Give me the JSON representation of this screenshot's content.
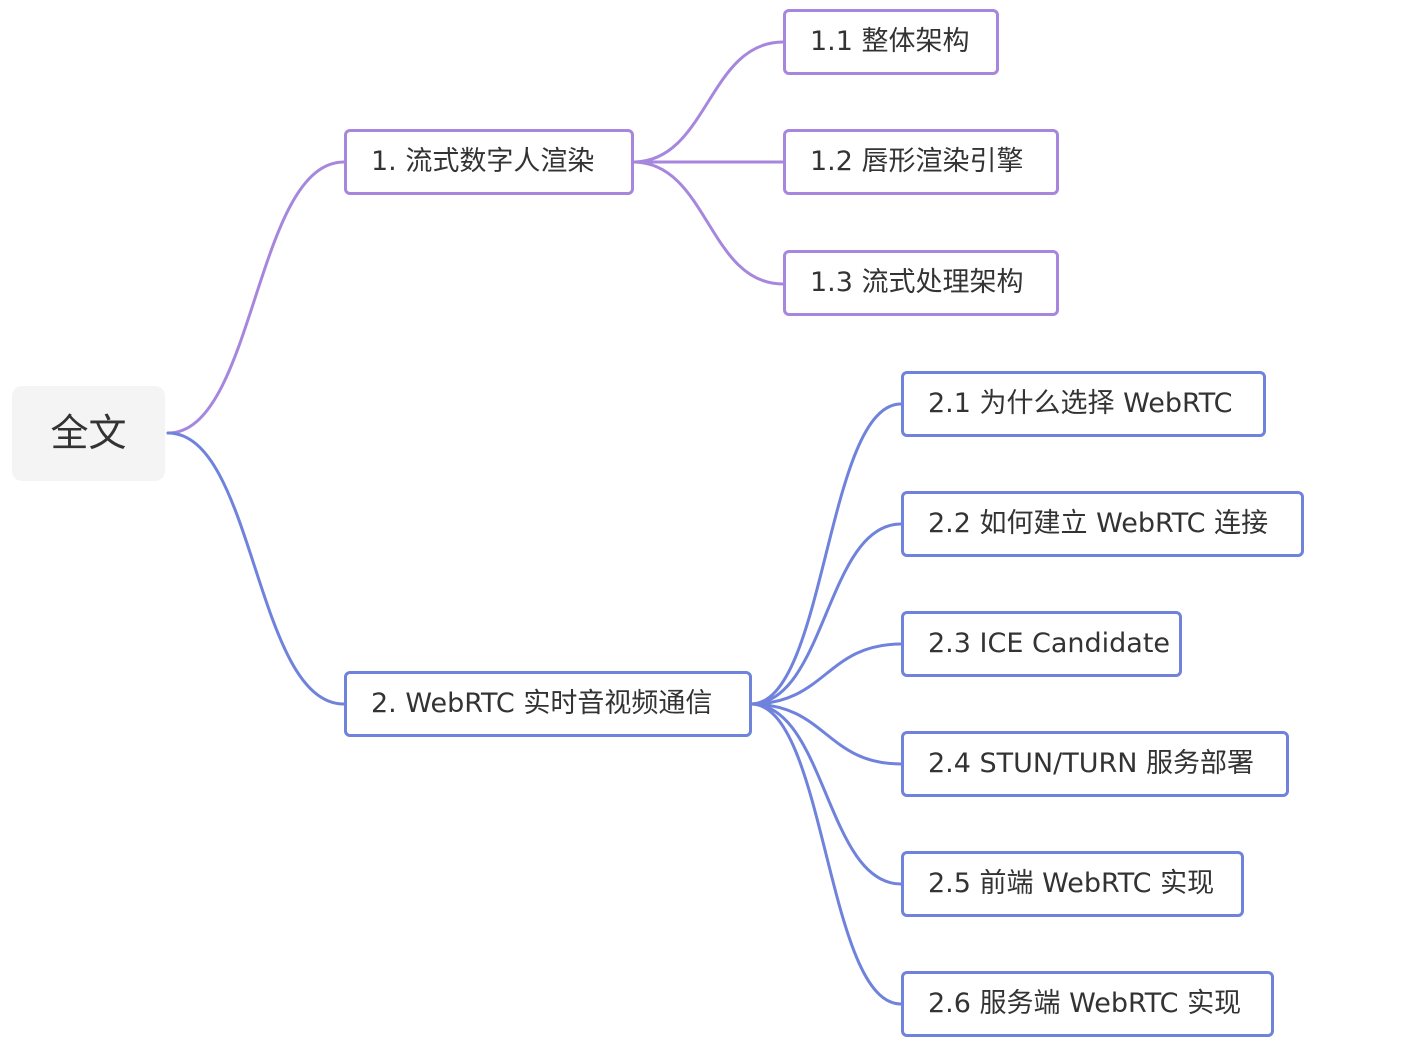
{
  "root": {
    "label": "全文"
  },
  "branch1": {
    "label": "1. 流式数字人渲染",
    "children": [
      {
        "label": "1.1 整体架构"
      },
      {
        "label": "1.2 唇形渲染引擎"
      },
      {
        "label": "1.3 流式处理架构"
      }
    ]
  },
  "branch2": {
    "label": "2. WebRTC 实时音视频通信",
    "children": [
      {
        "label": "2.1 为什么选择 WebRTC"
      },
      {
        "label": "2.2 如何建立 WebRTC 连接"
      },
      {
        "label": "2.3 ICE Candidate"
      },
      {
        "label": "2.4 STUN/TURN 服务部署"
      },
      {
        "label": "2.5 前端 WebRTC 实现"
      },
      {
        "label": "2.6 服务端 WebRTC 实现"
      }
    ]
  },
  "colors": {
    "branch1": "#a687dd",
    "branch2": "#6f82dc",
    "root_bg": "#f4f4f4",
    "text": "#333333"
  }
}
